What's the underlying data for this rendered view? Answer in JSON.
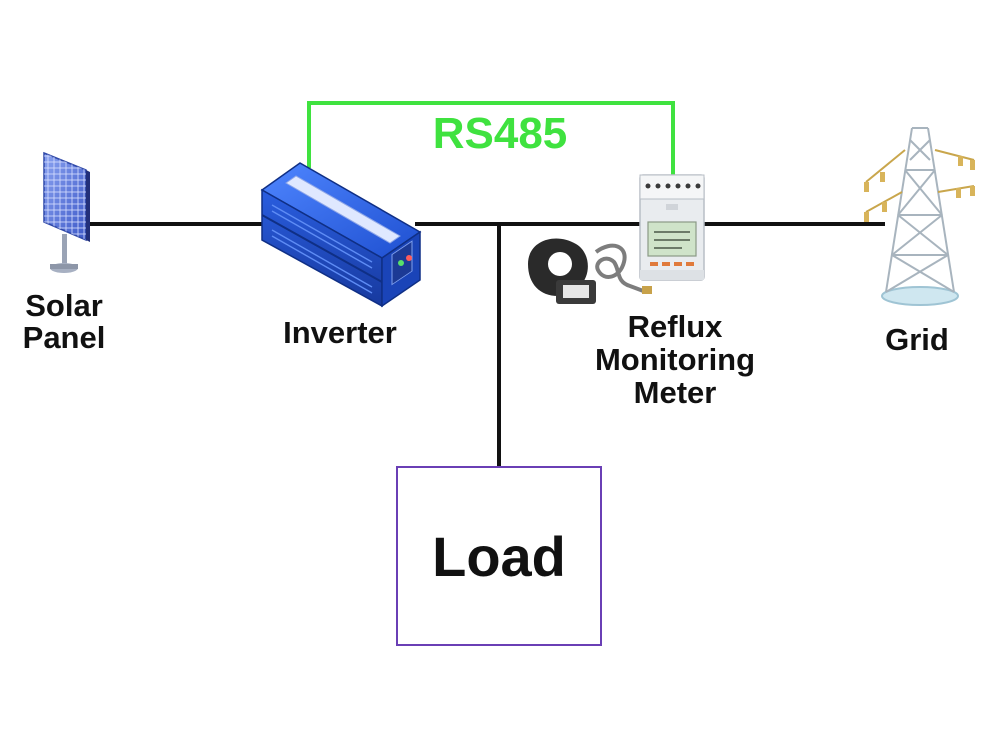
{
  "labels": {
    "solar_line1": "Solar",
    "solar_line2": "Panel",
    "inverter": "Inverter",
    "meter_line1": "Reflux",
    "meter_line2": "Monitoring",
    "meter_line3": "Meter",
    "grid": "Grid",
    "load": "Load",
    "rs485": "RS485"
  },
  "colors": {
    "wire": "#111111",
    "rs485_link": "#3fe23f",
    "load_border": "#6a3fb5",
    "inverter_body": "#1f56d6",
    "panel": "#4f6fd9"
  },
  "icons": [
    "solar-panel-icon",
    "inverter-icon",
    "current-transformer-icon",
    "reflux-meter-icon",
    "transmission-tower-icon"
  ]
}
